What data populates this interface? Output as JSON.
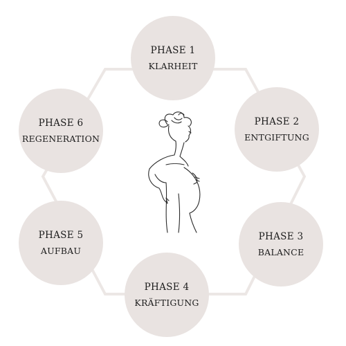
{
  "phases": [
    {
      "label": "PHASE 1",
      "name": "KLARHEIT"
    },
    {
      "label": "PHASE 2",
      "name": "ENTGIFTUNG"
    },
    {
      "label": "PHASE 3",
      "name": "BALANCE"
    },
    {
      "label": "PHASE 4",
      "name": "KRÄFTIGUNG"
    },
    {
      "label": "PHASE 5",
      "name": "AUFBAU"
    },
    {
      "label": "PHASE 6",
      "name": "REGENERATION"
    }
  ],
  "colors": {
    "circle_fill": "#e9e3e1",
    "hexagon_stroke": "#ece7e5",
    "text": "#1c1c1c",
    "illustration": "#2a2a2a"
  },
  "illustration": "pregnant-woman-line-art"
}
